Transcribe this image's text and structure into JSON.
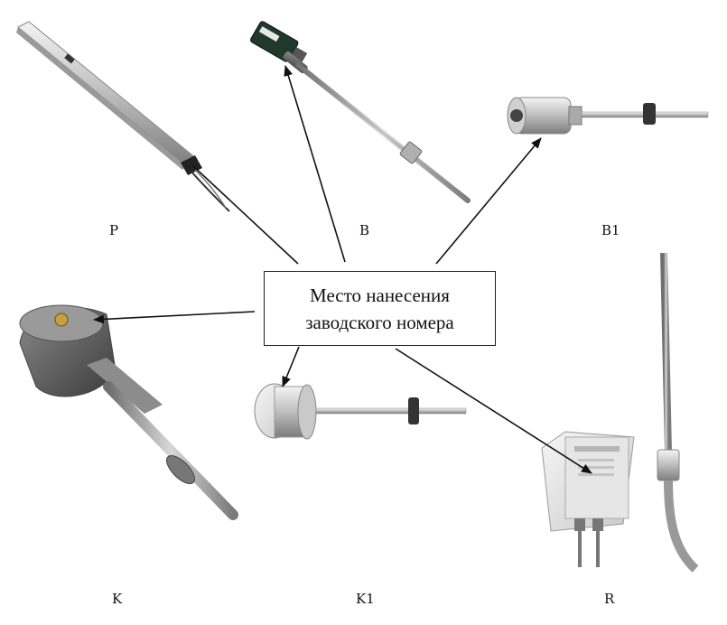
{
  "callout": {
    "line1": "Место нанесения",
    "line2": "заводского номера"
  },
  "sensors": [
    {
      "id": "P",
      "label": "P"
    },
    {
      "id": "B",
      "label": "B"
    },
    {
      "id": "B1",
      "label": "B1"
    },
    {
      "id": "K",
      "label": "K"
    },
    {
      "id": "K1",
      "label": "K1"
    },
    {
      "id": "R",
      "label": "R"
    }
  ]
}
